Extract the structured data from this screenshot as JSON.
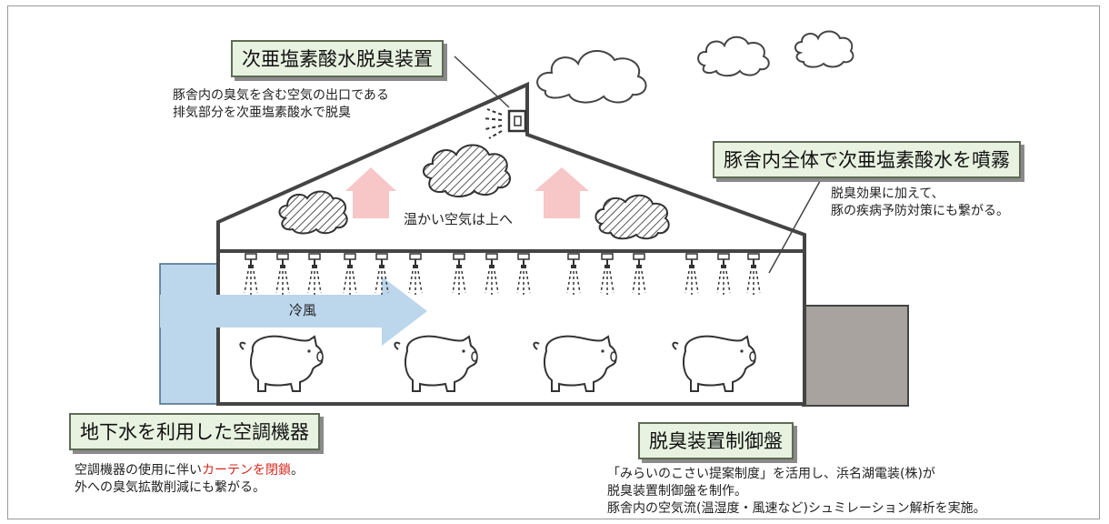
{
  "labels": {
    "top_device": "次亜塩素酸水脱臭装置",
    "spray": "豚舎内全体で次亜塩素酸水を噴霧",
    "ac": "地下水を利用した空調機器",
    "control": "脱臭装置制御盤"
  },
  "notes": {
    "exhaust_line1": "豚舎内の臭気を含む空気の出口である",
    "exhaust_line2": "排気部分を次亜塩素酸水で脱臭",
    "spray_line1": "脱臭効果に加えて、",
    "spray_line2": "豚の疾病予防対策にも繋がる。",
    "ac_line1_prefix": "空調機器の使用に伴い",
    "ac_line1_highlight": "カーテンを閉鎖",
    "ac_line1_suffix": "。",
    "ac_line2": "外への臭気拡散削減にも繋がる。",
    "control_line1": "「みらいのこさい提案制度」を活用し、浜名湖電装(株)が",
    "control_line2": "脱臭装置制御盤を制作。",
    "control_line3": "豚舎内の空気流(温湿度・風速など)シュミレーション解析を実施。"
  },
  "inline": {
    "warm_air": "温かい空気は上へ",
    "cold_air": "冷風"
  },
  "colors": {
    "label_fill": "#e8f2e0",
    "ac_unit": "#bcd6ec",
    "cold_arrow": "#bcd6ec",
    "warm_arrow": "#f7c6c6",
    "control_panel": "#a8a39e",
    "outline": "#444444",
    "highlight_text": "#d0281e"
  },
  "icons": [
    "nozzle-icon",
    "pig-icon",
    "cloud-icon",
    "odor-cloud-icon",
    "deodorizer-device-icon"
  ]
}
